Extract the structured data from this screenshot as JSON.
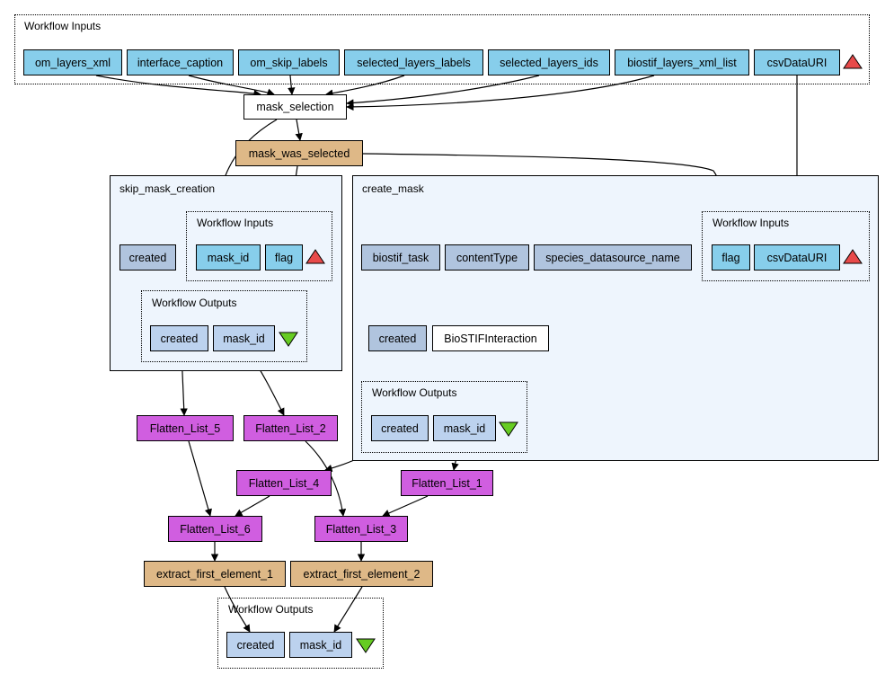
{
  "groups": {
    "workflow_inputs": "Workflow Inputs",
    "skip_mask_creation": "skip_mask_creation",
    "skip_inputs": "Workflow Inputs",
    "skip_outputs": "Workflow Outputs",
    "create_mask": "create_mask",
    "create_inputs": "Workflow Inputs",
    "create_outputs": "Workflow Outputs",
    "workflow_outputs": "Workflow Outputs"
  },
  "inputs": {
    "om_layers_xml": "om_layers_xml",
    "interface_caption": "interface_caption",
    "om_skip_labels": "om_skip_labels",
    "selected_layers_labels": "selected_layers_labels",
    "selected_layers_ids": "selected_layers_ids",
    "biostif_layers_xml_list": "biostif_layers_xml_list",
    "csvDataURI": "csvDataURI"
  },
  "nodes": {
    "mask_selection": "mask_selection",
    "mask_was_selected": "mask_was_selected",
    "skip_created": "created",
    "skip_mask_id_in": "mask_id",
    "skip_flag": "flag",
    "skip_out_created": "created",
    "skip_out_mask_id": "mask_id",
    "biostif_task": "biostif_task",
    "contentType": "contentType",
    "species_datasource_name": "species_datasource_name",
    "create_flag": "flag",
    "create_csvDataURI": "csvDataURI",
    "create_created": "created",
    "biostif_interaction": "BioSTIFInteraction",
    "create_out_created": "created",
    "create_out_mask_id": "mask_id",
    "flatten_5": "Flatten_List_5",
    "flatten_2": "Flatten_List_2",
    "flatten_4": "Flatten_List_4",
    "flatten_1": "Flatten_List_1",
    "flatten_6": "Flatten_List_6",
    "flatten_3": "Flatten_List_3",
    "extract_1": "extract_first_element_1",
    "extract_2": "extract_first_element_2",
    "out_created": "created",
    "out_mask_id": "mask_id"
  },
  "colors": {
    "input": "#87ceeb",
    "constant": "#b0c4de",
    "output_port": "#bcd2ee",
    "processor": "#ffffff",
    "beanshell": "#deb887",
    "local_worker": "#d05ee0",
    "subworkflow_bg": "#eef5fd",
    "input_marker": "#e84a4a",
    "output_marker": "#66cc22"
  }
}
